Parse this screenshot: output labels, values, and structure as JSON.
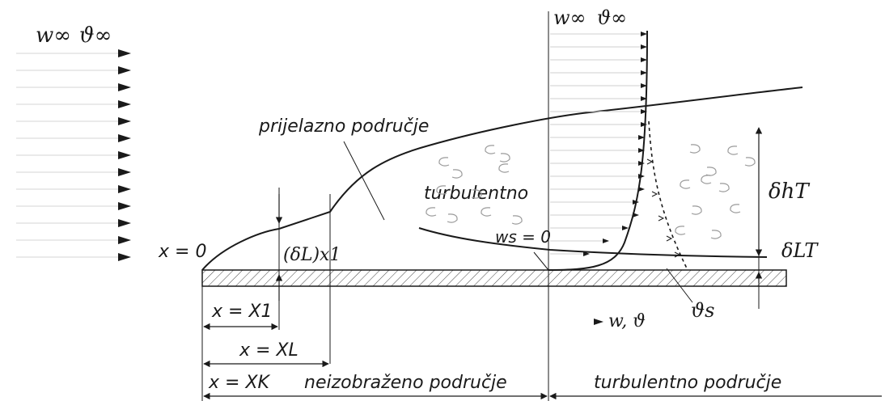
{
  "inflow": {
    "w": "w∞",
    "theta": "ϑ∞"
  },
  "profile_top": {
    "w": "w∞",
    "theta": "ϑ∞"
  },
  "labels": {
    "transition_region": "prijelazno područje",
    "turbulent": "turbulentno",
    "x_zero": "x = 0",
    "delta_L_x1": "(δL)x1",
    "ws_zero": "ws = 0",
    "delta_hT": "δhT",
    "delta_LT": "δLT",
    "theta_s": "ϑs",
    "w_theta_axis": "w, ϑ",
    "x_X1": "x = X1",
    "x_XL": "x = XL",
    "x_XK": "x = XK",
    "undeveloped_region": "neizobraženo područje",
    "turbulent_region": "turbulentno područje"
  }
}
